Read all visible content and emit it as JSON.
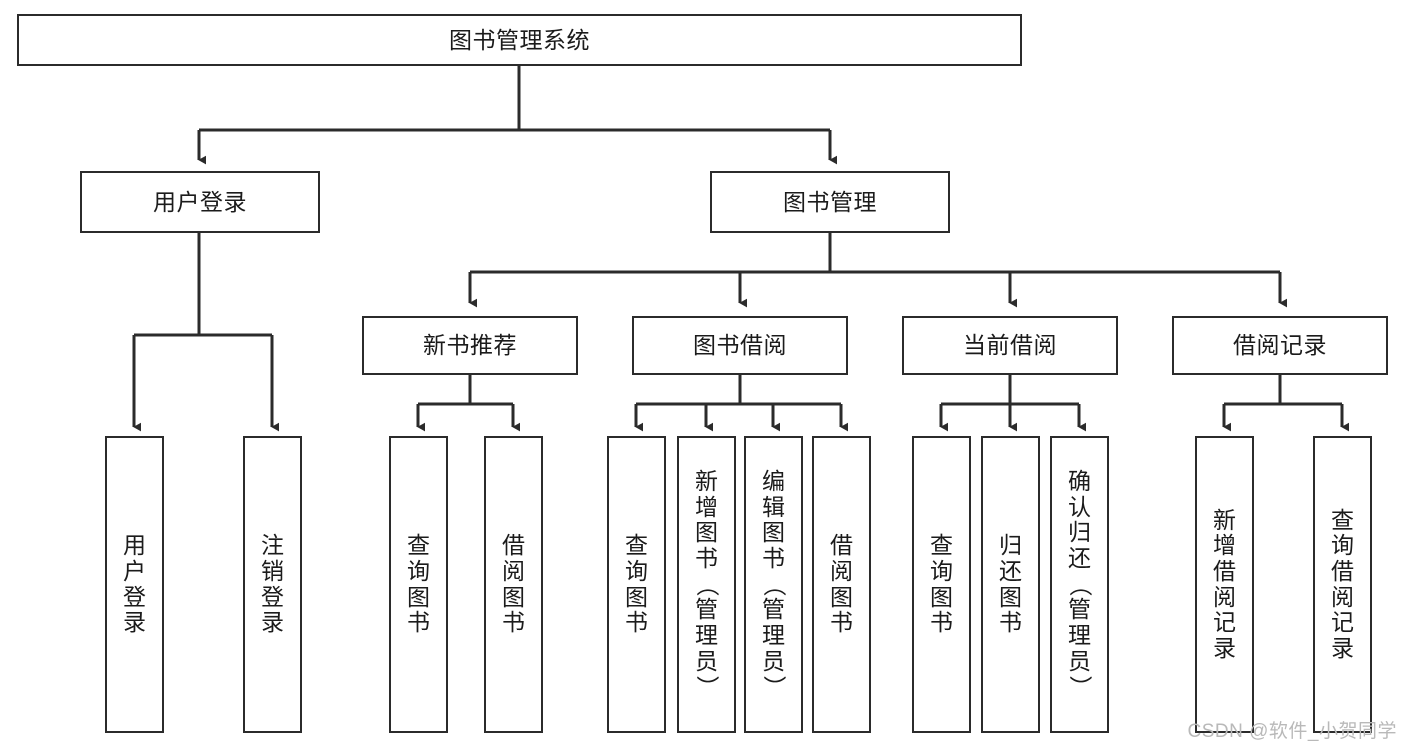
{
  "diagram": {
    "title": "图书管理系统",
    "type": "tree-hierarchy-diagram",
    "style": {
      "box_border": "#2b2b2b",
      "box_fill": "#ffffff",
      "line": "#2b2b2b",
      "text": "#1b1b1b",
      "background": "#ffffff",
      "watermark_color": "#b9b9b9"
    },
    "root": {
      "label": "图书管理系统"
    },
    "level2": [
      {
        "label": "用户登录"
      },
      {
        "label": "图书管理"
      }
    ],
    "level3": [
      {
        "label": "新书推荐"
      },
      {
        "label": "图书借阅"
      },
      {
        "label": "当前借阅"
      },
      {
        "label": "借阅记录"
      }
    ],
    "leaves": {
      "user_login": [
        {
          "label": "用户登录",
          "chars": [
            "用",
            "户",
            "登",
            "录"
          ]
        },
        {
          "label": "注销登录",
          "chars": [
            "注",
            "销",
            "登",
            "录"
          ]
        }
      ],
      "new_book_recommend": [
        {
          "label": "查询图书",
          "chars": [
            "查",
            "询",
            "图",
            "书"
          ]
        },
        {
          "label": "借阅图书",
          "chars": [
            "借",
            "阅",
            "图",
            "书"
          ]
        }
      ],
      "book_borrow": [
        {
          "label": "查询图书",
          "chars": [
            "查",
            "询",
            "图",
            "书"
          ]
        },
        {
          "label": "新增图书（管理员）",
          "chars": [
            "新",
            "增",
            "图",
            "书",
            "（",
            "管",
            "理",
            "员",
            "）"
          ]
        },
        {
          "label": "编辑图书（管理员）",
          "chars": [
            "编",
            "辑",
            "图",
            "书",
            "（",
            "管",
            "理",
            "员",
            "）"
          ]
        },
        {
          "label": "借阅图书",
          "chars": [
            "借",
            "阅",
            "图",
            "书"
          ]
        }
      ],
      "current_borrow": [
        {
          "label": "查询图书",
          "chars": [
            "查",
            "询",
            "图",
            "书"
          ]
        },
        {
          "label": "归还图书",
          "chars": [
            "归",
            "还",
            "图",
            "书"
          ]
        },
        {
          "label": "确认归还（管理员）",
          "chars": [
            "确",
            "认",
            "归",
            "还",
            "（",
            "管",
            "理",
            "员",
            "）"
          ]
        }
      ],
      "borrow_record": [
        {
          "label": "新增借阅记录",
          "chars": [
            "新",
            "增",
            "借",
            "阅",
            "记",
            "录"
          ]
        },
        {
          "label": "查询借阅记录",
          "chars": [
            "查",
            "询",
            "借",
            "阅",
            "记",
            "录"
          ]
        }
      ]
    },
    "watermark": "CSDN @软件_小贺同学"
  }
}
